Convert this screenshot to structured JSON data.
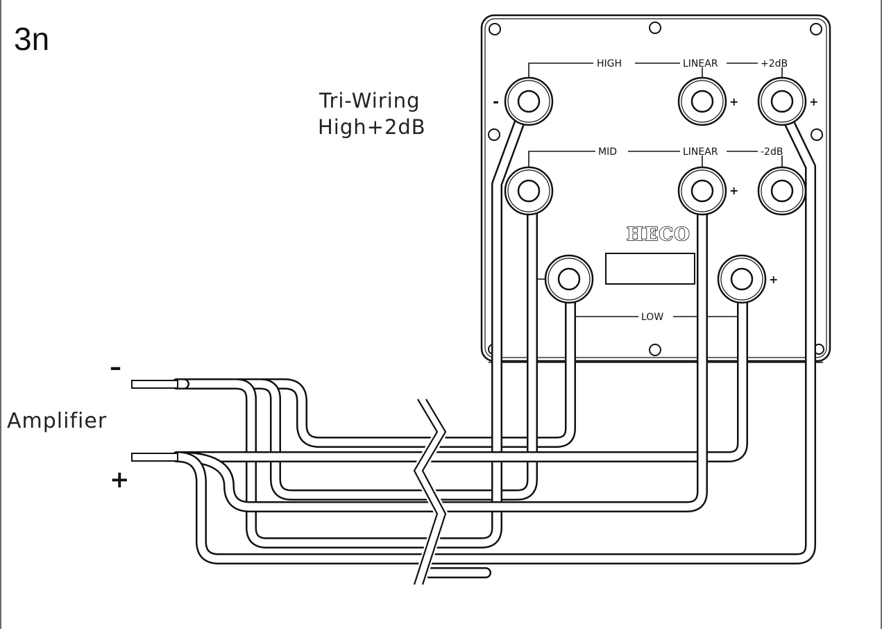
{
  "figure": {
    "number": "3n",
    "title_line1": "Tri-Wiring",
    "title_line2": "High+2dB"
  },
  "amplifier": {
    "label": "Amplifier",
    "minus": "–",
    "plus": "+"
  },
  "panel": {
    "brand": "HECO",
    "high_row": {
      "high": "HIGH",
      "linear": "LINEAR",
      "plus2db": "+2dB"
    },
    "mid_row": {
      "mid": "MID",
      "linear": "LINEAR",
      "minus2db": "-2dB"
    },
    "low_row": {
      "low": "LOW"
    },
    "terminal_minus": "-",
    "terminal_plus": "+"
  },
  "colors": {
    "line": "#111111",
    "background": "#ffffff",
    "frame": "#6b6b6b"
  }
}
